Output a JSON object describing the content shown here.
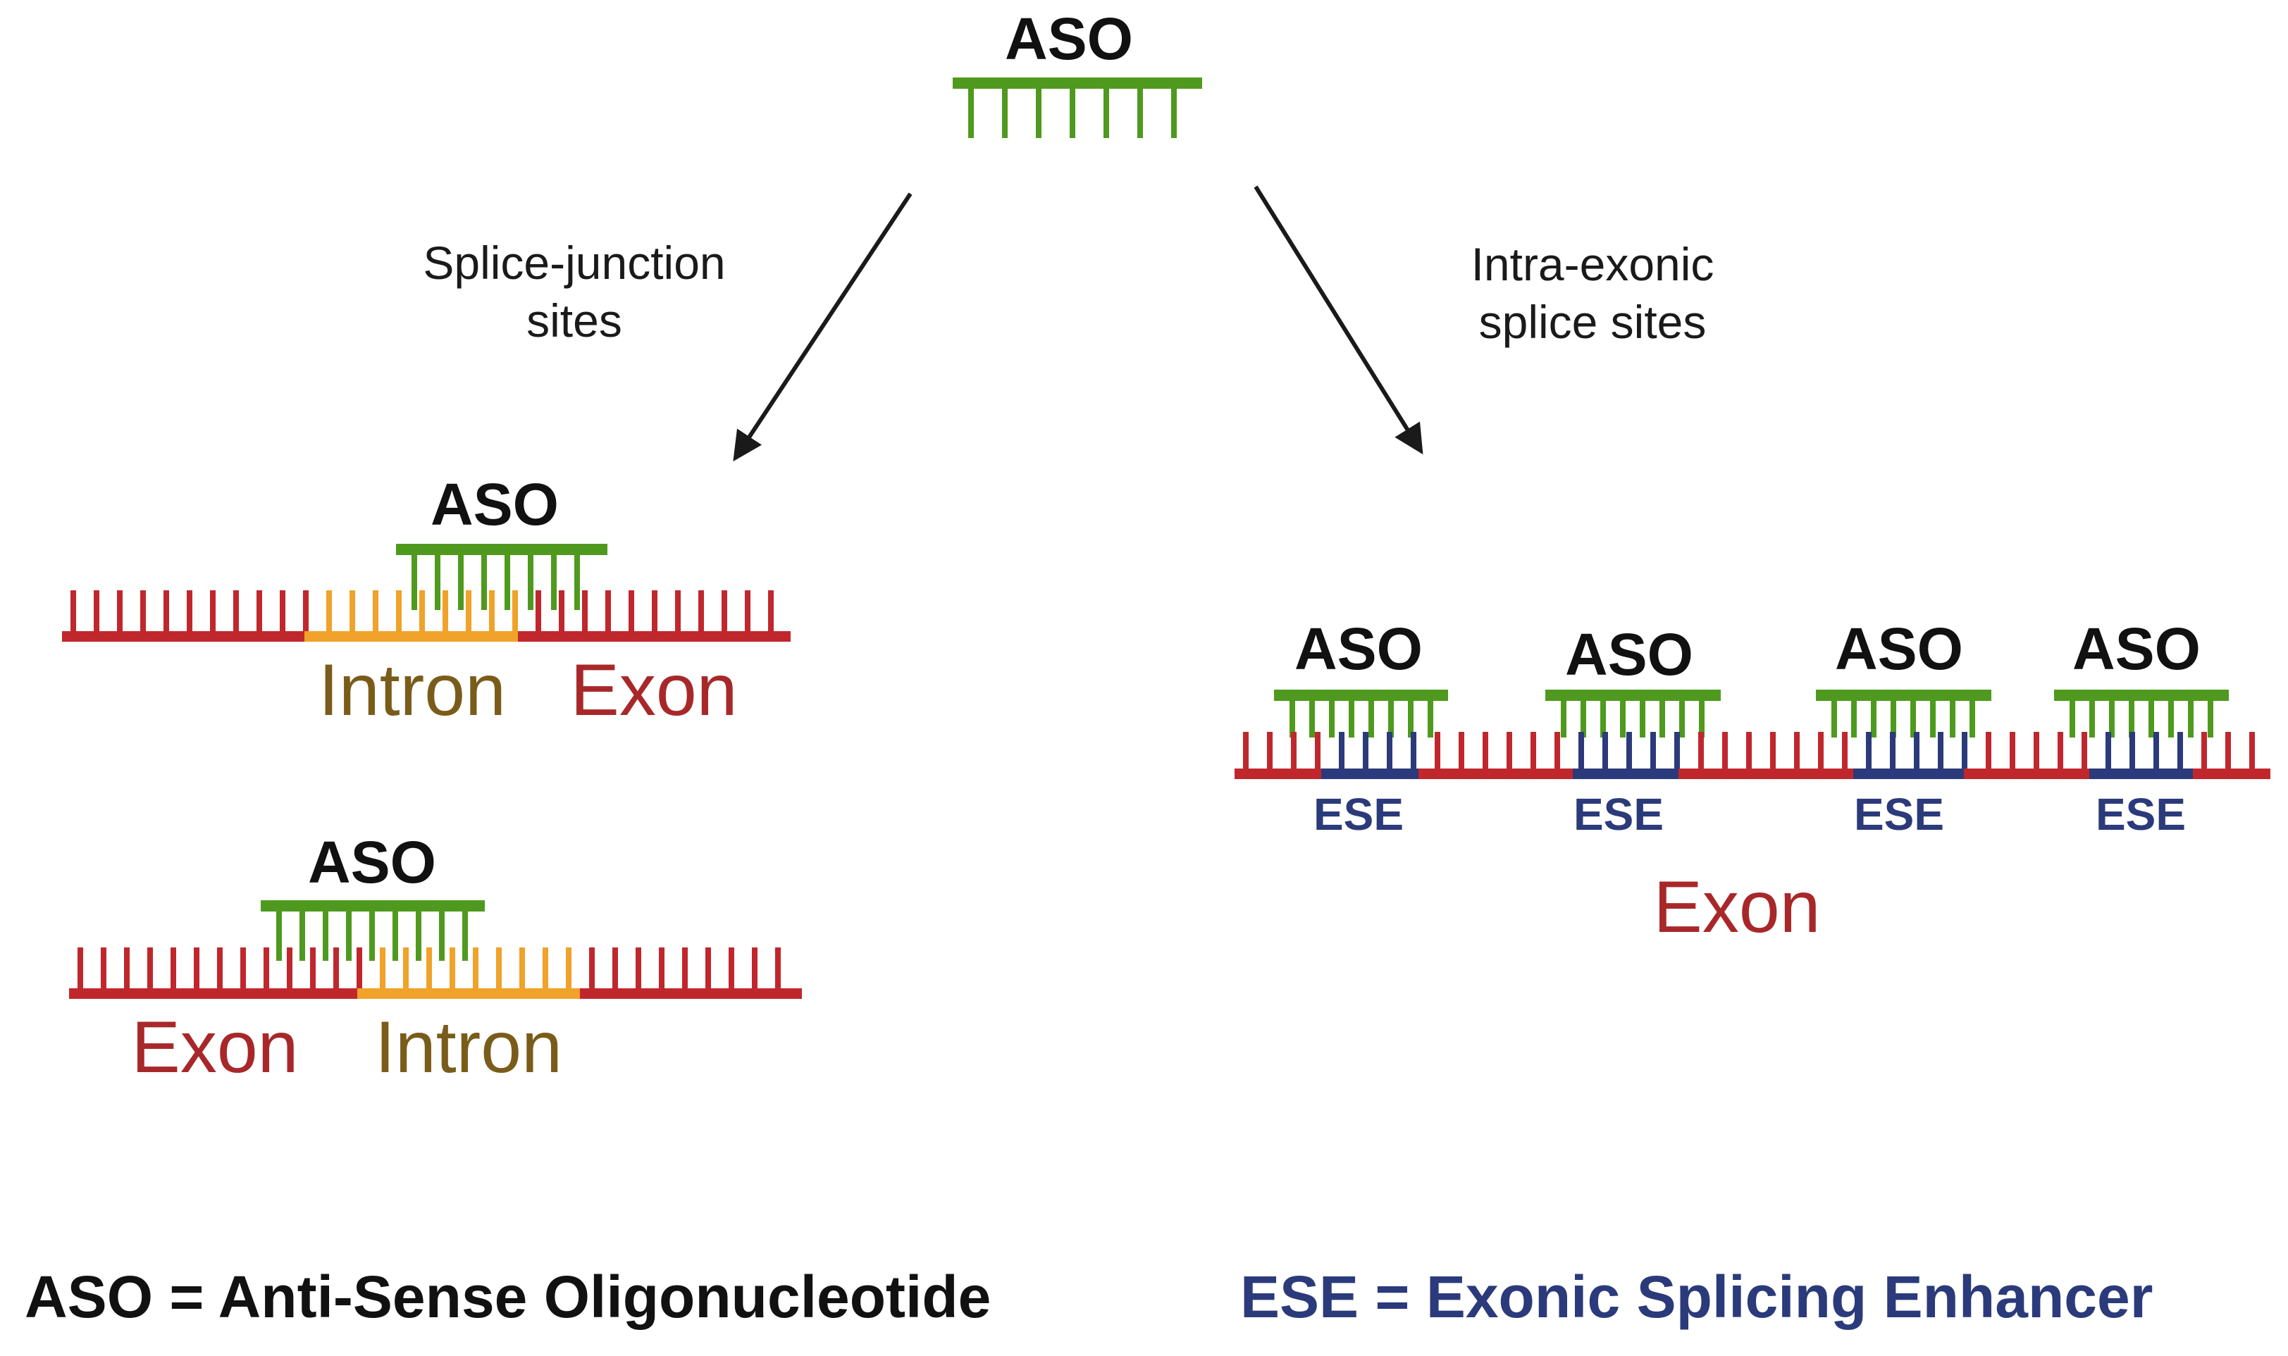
{
  "top": {
    "aso_label": "ASO"
  },
  "left_branch": {
    "line1": "Splice-junction",
    "line2": "sites"
  },
  "right_branch": {
    "line1": "Intra-exonic",
    "line2": "splice sites"
  },
  "junction_1": {
    "aso_label": "ASO",
    "left_label": "Intron",
    "right_label": "Exon"
  },
  "junction_2": {
    "aso_label": "ASO",
    "left_label": "Exon",
    "right_label": "Intron"
  },
  "intraexonic": {
    "aso_labels": [
      "ASO",
      "ASO",
      "ASO",
      "ASO"
    ],
    "ese_labels": [
      "ESE",
      "ESE",
      "ESE",
      "ESE"
    ],
    "exon_label": "Exon"
  },
  "legend": {
    "aso": "ASO = Anti-Sense Oligonucleotide",
    "ese": "ESE = Exonic Splicing Enhancer"
  },
  "colors": {
    "aso_green": "#4f9a1e",
    "exon_red": "#c0272d",
    "intron_orange": "#f0a22a",
    "ese_navy": "#2b3a7a",
    "exon_text": "#a8282a",
    "intron_text": "#7a5c1a",
    "arrow": "#1a1a1a"
  },
  "icons": [
    "aso-strand",
    "rna-strand",
    "arrow-down-left",
    "arrow-down-right"
  ]
}
